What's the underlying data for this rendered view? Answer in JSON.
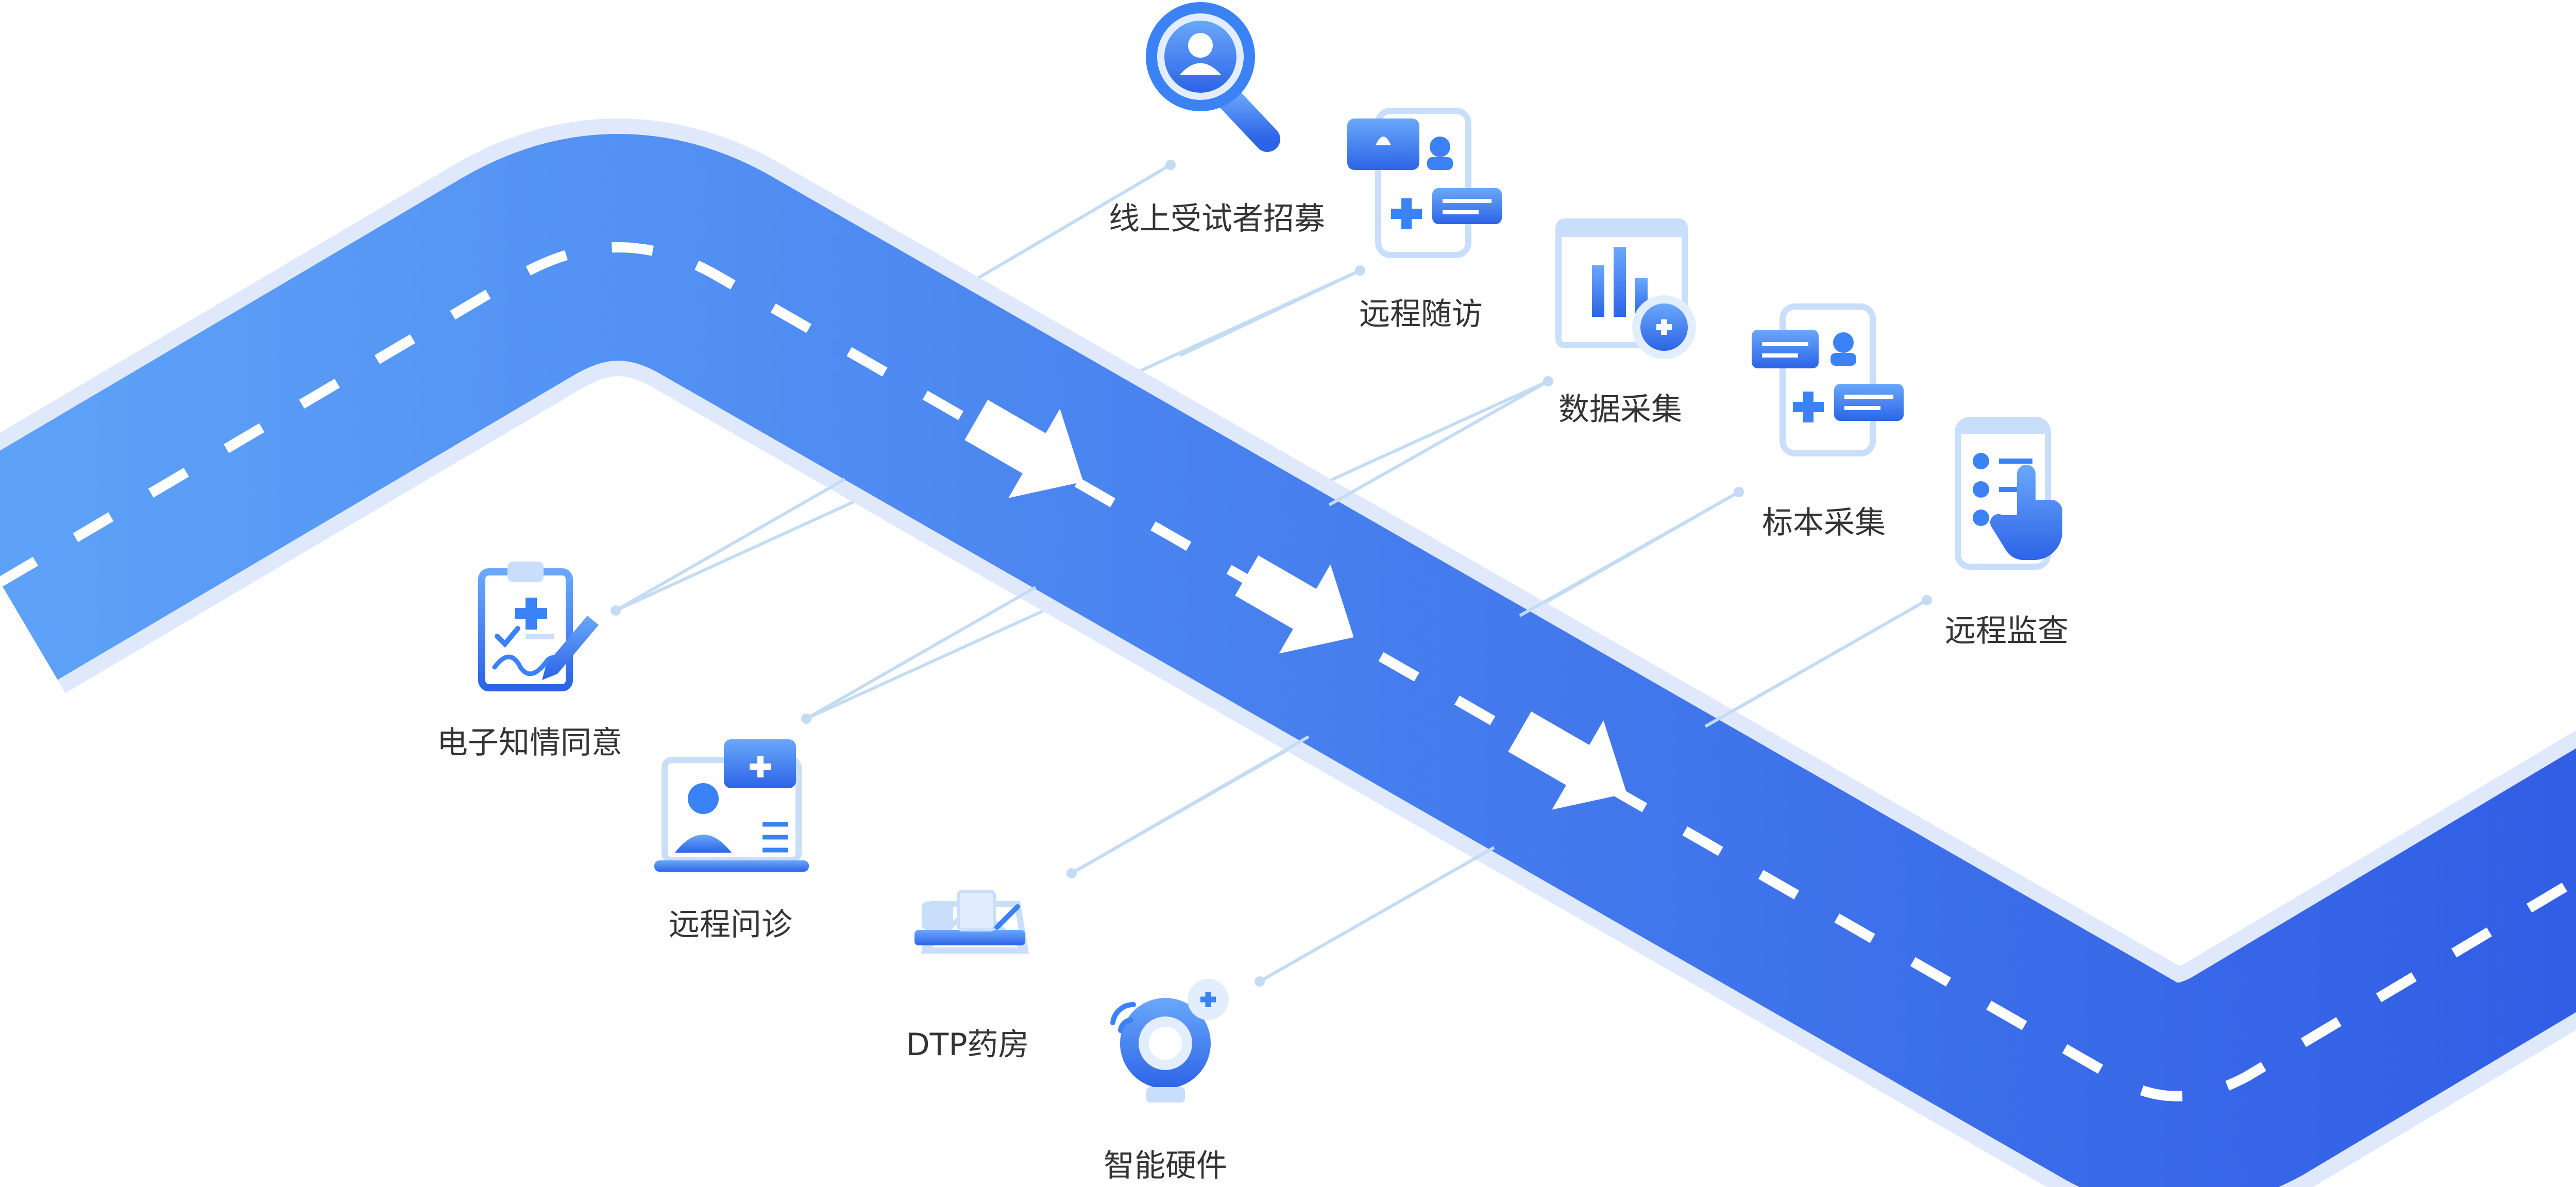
{
  "diagram": {
    "palette": {
      "road_start": "#5ea2f8",
      "road_end": "#2f5be4",
      "road_edge": "#dfe9fb",
      "connector": "#c3dcf4",
      "icon_primary": "#3b82f6",
      "icon_light": "#e2eefd",
      "text": "#333333"
    },
    "services": [
      {
        "id": "recruit",
        "label": "线上受试者招募",
        "icon": "magnifier-user-icon"
      },
      {
        "id": "followup",
        "label": "远程随访",
        "icon": "phone-chat-icon"
      },
      {
        "id": "data",
        "label": "数据采集",
        "icon": "bar-chart-plus-icon"
      },
      {
        "id": "specimen",
        "label": "标本采集",
        "icon": "phone-chat-icon"
      },
      {
        "id": "monitor",
        "label": "远程监查",
        "icon": "checklist-touch-icon"
      },
      {
        "id": "consent",
        "label": "电子知情同意",
        "icon": "clipboard-sign-icon"
      },
      {
        "id": "consult",
        "label": "远程问诊",
        "icon": "laptop-doctor-icon"
      },
      {
        "id": "pharmacy",
        "label": "DTP药房",
        "icon": "pharmacy-box-icon"
      },
      {
        "id": "hardware",
        "label": "智能硬件",
        "icon": "smart-camera-icon"
      }
    ]
  }
}
